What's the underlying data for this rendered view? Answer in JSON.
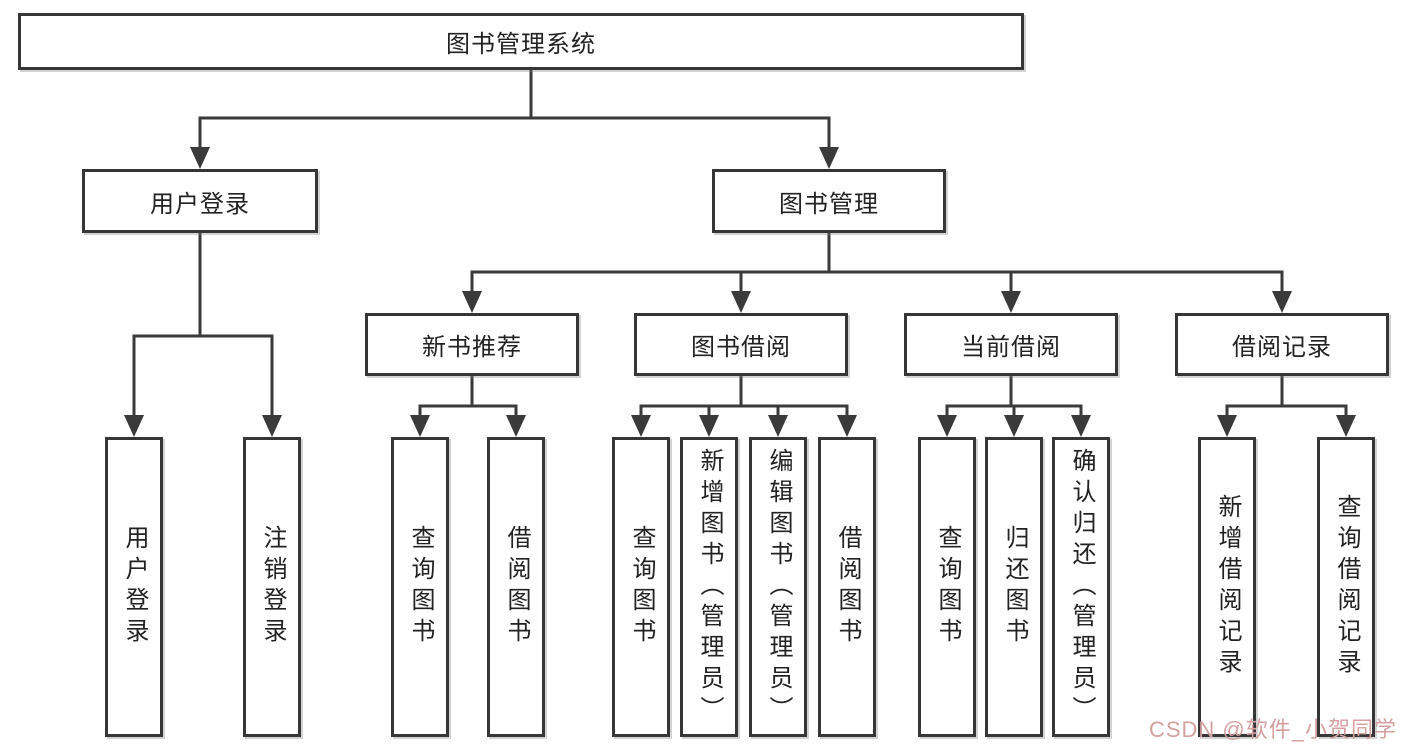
{
  "diagram": {
    "root": {
      "label": "图书管理系统"
    },
    "branches": {
      "user_login": {
        "label": "用户登录",
        "children": [
          {
            "label": "用户登录"
          },
          {
            "label": "注销登录"
          }
        ]
      },
      "book_management": {
        "label": "图书管理",
        "sections": [
          {
            "label": "新书推荐",
            "children": [
              {
                "label": "查询图书"
              },
              {
                "label": "借阅图书"
              }
            ]
          },
          {
            "label": "图书借阅",
            "children": [
              {
                "label": "查询图书"
              },
              {
                "label": "新增图书（管理员）"
              },
              {
                "label": "编辑图书（管理员）"
              },
              {
                "label": "借阅图书"
              }
            ]
          },
          {
            "label": "当前借阅",
            "children": [
              {
                "label": "查询图书"
              },
              {
                "label": "归还图书"
              },
              {
                "label": "确认归还（管理员）"
              }
            ]
          },
          {
            "label": "借阅记录",
            "children": [
              {
                "label": "新增借阅记录"
              },
              {
                "label": "查询借阅记录"
              }
            ]
          }
        ]
      }
    }
  },
  "watermark": {
    "text": "CSDN @软件_小贺同学"
  },
  "colors": {
    "line": "#3a3a3a",
    "box_border": "#363636",
    "text": "#222222",
    "background": "#ffffff",
    "watermark": "#d4a0a0"
  }
}
